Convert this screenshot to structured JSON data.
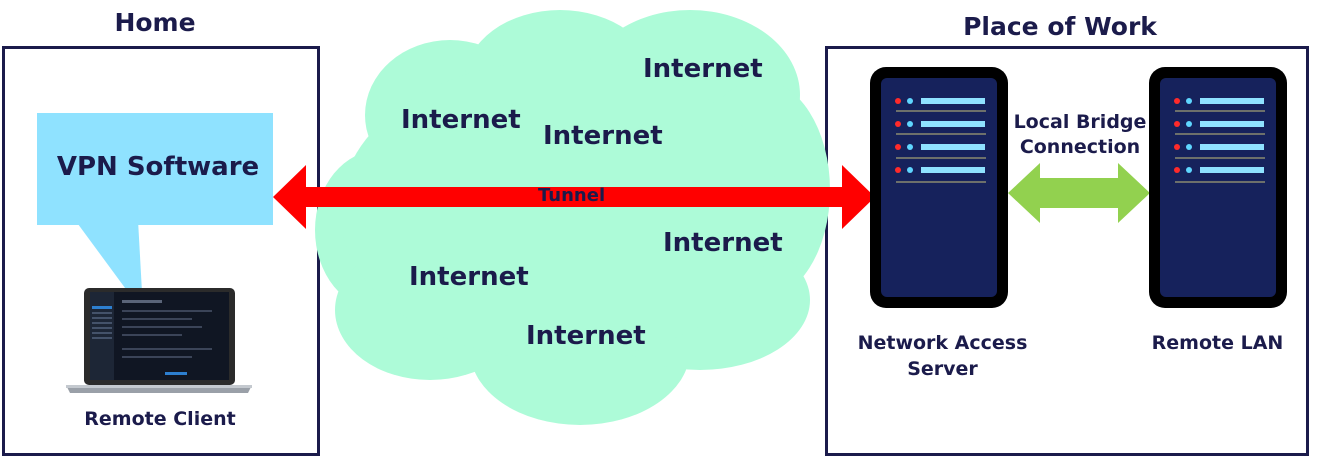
{
  "home": {
    "title": "Home",
    "vpn_label": "VPN Software",
    "client_label": "Remote Client"
  },
  "work": {
    "title": "Place of Work",
    "nas_label_line1": "Network Access",
    "nas_label_line2": "Server",
    "lan_label": "Remote LAN",
    "bridge_line1": "Local Bridge",
    "bridge_line2": "Connection"
  },
  "cloud": {
    "words": [
      "Internet",
      "Internet",
      "Internet",
      "Internet",
      "Internet",
      "Internet"
    ]
  },
  "tunnel": {
    "label": "Tunnel"
  },
  "colors": {
    "navy": "#1b1b4b",
    "cloud": "#adfbd8",
    "vpn_box": "#8fe2ff",
    "tunnel": "#ff0000",
    "bridge": "#92d14f",
    "server": "#16225c"
  }
}
